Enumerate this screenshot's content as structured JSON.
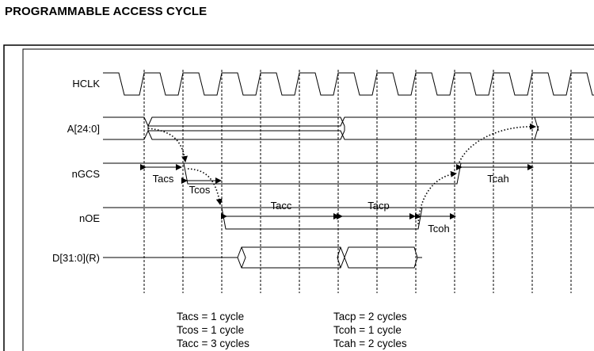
{
  "title": "PROGRAMMABLE ACCESS CYCLE",
  "signals": {
    "hclk": "HCLK",
    "addr": "A[24:0]",
    "ngcs": "nGCS",
    "noe": "nOE",
    "data": "D[31:0](R)"
  },
  "timing_labels": {
    "tacs": "Tacs",
    "tcos": "Tcos",
    "tacc": "Tacc",
    "tacp": "Tacp",
    "tcoh": "Tcoh",
    "tcah": "Tcah"
  },
  "legend": {
    "left": [
      "Tacs = 1 cycle",
      "Tcos = 1 cycle",
      "Tacc = 3 cycles"
    ],
    "right": [
      "Tacp = 2 cycles",
      "Tcoh = 1 cycle",
      "Tcah = 2 cycles"
    ]
  }
}
